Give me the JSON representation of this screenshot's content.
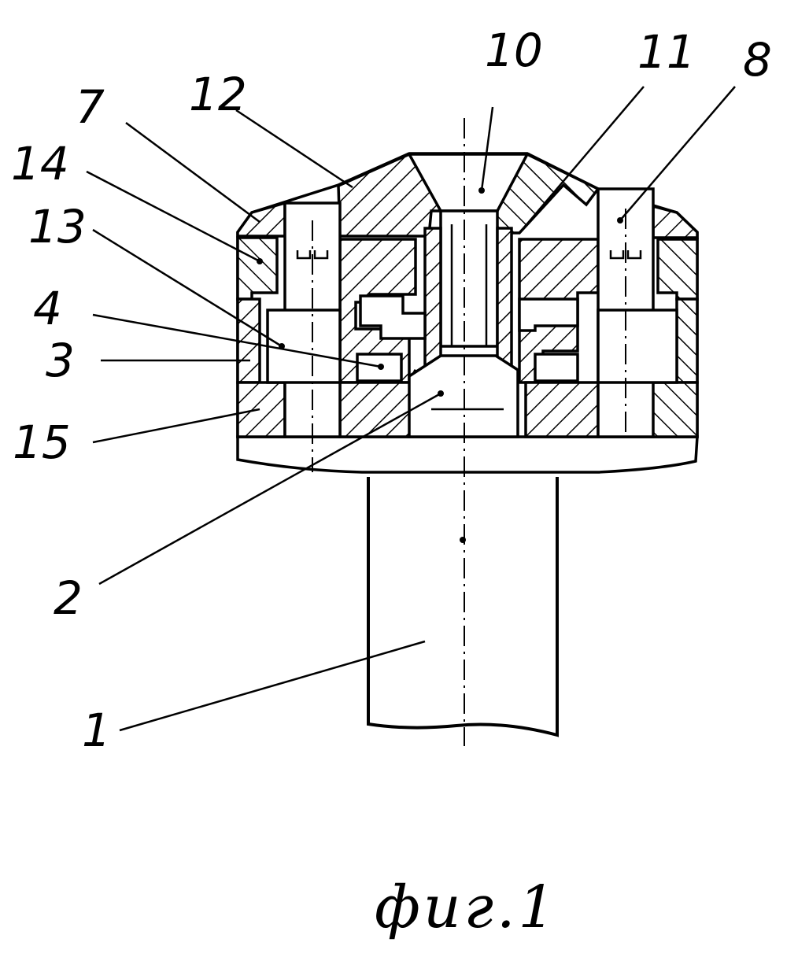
{
  "figure": {
    "caption": "фиг.1",
    "labels": {
      "l1": "1",
      "l2": "2",
      "l3": "3",
      "l4": "4",
      "l7": "7",
      "l8": "8",
      "l10": "10",
      "l11": "11",
      "l12": "12",
      "l13": "13",
      "l14": "14",
      "l15": "15"
    }
  }
}
